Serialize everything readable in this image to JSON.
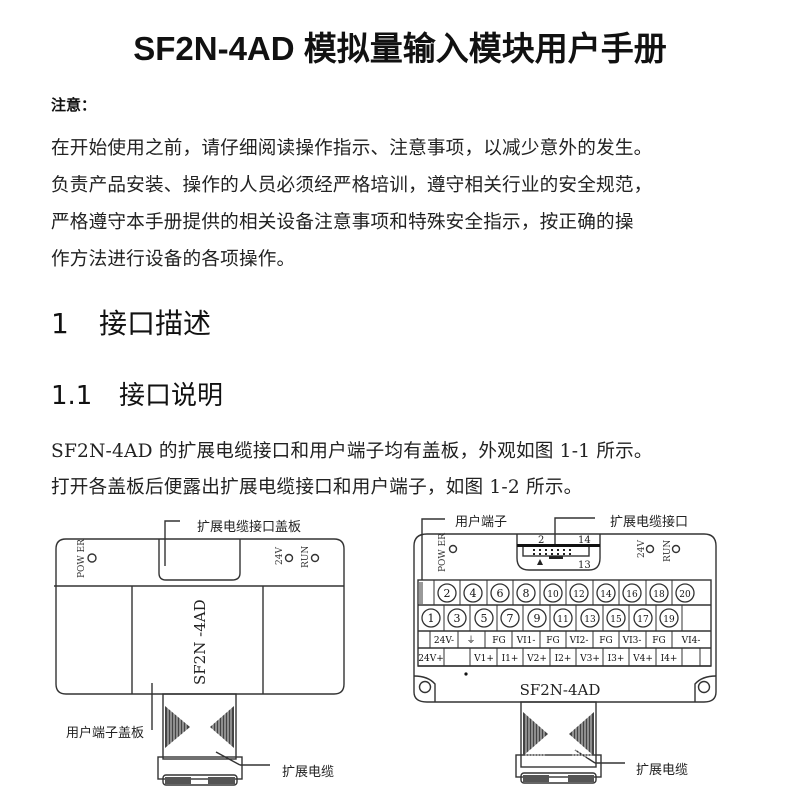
{
  "document": {
    "title": "SF2N-4AD 模拟量输入模块用户手册",
    "notice_label": "注意：",
    "notice_lines": [
      "在开始使用之前，请仔细阅读操作指示、注意事项，以减少意外的发生。",
      "负责产品安装、操作的人员必须经严格培训，遵守相关行业的安全规范，",
      "严格遵守本手册提供的相关设备注意事项和特殊安全指示，按正确的操",
      "作方法进行设备的各项操作。"
    ],
    "section_1": {
      "number": "1",
      "title": "接口描述"
    },
    "section_1_1": {
      "number": "1.1",
      "title": "接口说明"
    },
    "body_lines": [
      "SF2N-4AD 的扩展电缆接口和用户端子均有盖板，外观如图 1-1 所示。",
      "打开各盖板后便露出扩展电缆接口和用户端子，如图 1-2 所示。"
    ]
  },
  "figure_1_1": {
    "callout_top": "扩展电缆接口盖板",
    "callout_left": "用户端子盖板",
    "callout_cable": "扩展电缆",
    "led_power": "POW ER",
    "led_24v": "24V",
    "led_run": "RUN",
    "model_label": "SF2N -4AD"
  },
  "figure_1_2": {
    "callout_terminal": "用户端子",
    "callout_connector": "扩展电缆接口",
    "callout_cable": "扩展电缆",
    "led_power": "POW ER",
    "led_24v": "24V",
    "led_run": "RUN",
    "connector_pins": {
      "top_left": "2",
      "top_right": "14",
      "bottom_right": "13"
    },
    "terminals_top_row": [
      "2",
      "4",
      "6",
      "8",
      "10",
      "12",
      "14",
      "16",
      "18",
      "20"
    ],
    "terminals_bottom_row": [
      "1",
      "3",
      "5",
      "7",
      "9",
      "11",
      "13",
      "15",
      "17",
      "19"
    ],
    "labels_row1": [
      "",
      "24V-",
      "⏚",
      "FG",
      "VI1-",
      "FG",
      "VI2-",
      "FG",
      "VI3-",
      "FG",
      "VI4-"
    ],
    "labels_row2": [
      "24V+",
      "",
      "V1+",
      "I1+",
      "V2+",
      "I2+",
      "V3+",
      "I3+",
      "V4+",
      "I4+",
      ""
    ],
    "model_label": "SF2N-4AD"
  }
}
